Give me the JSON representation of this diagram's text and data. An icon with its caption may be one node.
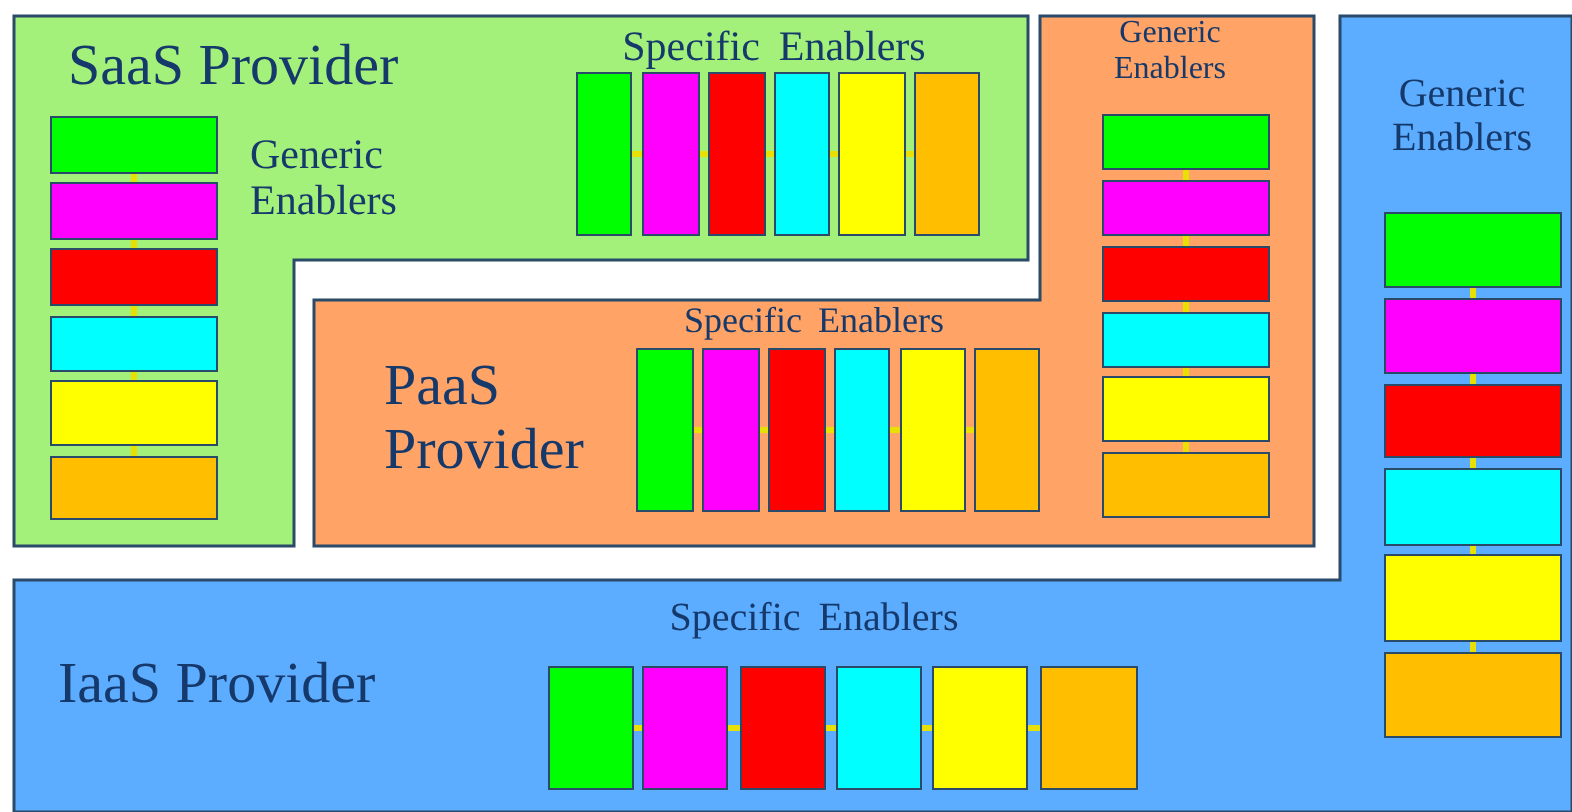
{
  "diagram": {
    "nodes": [
      {
        "text": [
          "SaaS Provider",
          "Generic Enablers",
          "Specific Enablers"
        ]
      },
      {
        "text": [],
        "shape": "box",
        "in": 0
      },
      {
        "text": [],
        "shape": "box",
        "in": 0
      },
      {
        "text": [],
        "shape": "box",
        "in": 0
      },
      {
        "text": [],
        "shape": "box",
        "in": 0
      },
      {
        "text": [],
        "shape": "box",
        "in": 0
      },
      {
        "text": [],
        "shape": "box",
        "in": 0
      },
      {
        "text": [],
        "shape": "box",
        "in": 0
      },
      {
        "text": [],
        "shape": "box",
        "in": 0
      },
      {
        "text": [],
        "shape": "box",
        "in": 0
      },
      {
        "text": [],
        "shape": "box",
        "in": 0
      },
      {
        "text": [],
        "shape": "box",
        "in": 0
      },
      {
        "text": [],
        "shape": "box",
        "in": 0
      },
      {
        "text": [
          "PaaS Provider",
          "Specific Enablers",
          "Generic Enablers"
        ]
      },
      {
        "text": [],
        "shape": "box",
        "in": 13
      },
      {
        "text": [],
        "shape": "box",
        "in": 13
      },
      {
        "text": [],
        "shape": "box",
        "in": 13
      },
      {
        "text": [],
        "shape": "box",
        "in": 13
      },
      {
        "text": [],
        "shape": "box",
        "in": 13
      },
      {
        "text": [],
        "shape": "box",
        "in": 13
      },
      {
        "text": [],
        "shape": "box",
        "in": 13
      },
      {
        "text": [],
        "shape": "box",
        "in": 13
      },
      {
        "text": [],
        "shape": "box",
        "in": 13
      },
      {
        "text": [],
        "shape": "box",
        "in": 13
      },
      {
        "text": [],
        "shape": "box",
        "in": 13
      },
      {
        "text": [],
        "shape": "box",
        "in": 13
      },
      {
        "text": [
          "IaaS Provider",
          "Generic Enablers",
          "Specific Enablers"
        ]
      },
      {
        "text": [],
        "shape": "box",
        "in": 26
      },
      {
        "text": [],
        "shape": "box",
        "in": 26
      },
      {
        "text": [],
        "shape": "box",
        "in": 26
      },
      {
        "text": [],
        "shape": "box",
        "in": 26
      },
      {
        "text": [],
        "shape": "box",
        "in": 26
      },
      {
        "text": [],
        "shape": "box",
        "in": 26
      },
      {
        "text": [],
        "shape": "box",
        "in": 26
      },
      {
        "text": [],
        "shape": "box",
        "in": 26
      },
      {
        "text": [],
        "shape": "box",
        "in": 26
      },
      {
        "text": [],
        "shape": "box",
        "in": 26
      },
      {
        "text": [],
        "shape": "box",
        "in": 26
      },
      {
        "text": [],
        "shape": "box",
        "in": 26
      }
    ],
    "edges": [
      {
        "from": 1,
        "to": 2,
        "arrow": "none"
      },
      {
        "from": 2,
        "to": 3,
        "arrow": "none"
      },
      {
        "from": 3,
        "to": 4,
        "arrow": "none"
      },
      {
        "from": 4,
        "to": 5,
        "arrow": "none"
      },
      {
        "from": 5,
        "to": 6,
        "arrow": "none"
      },
      {
        "from": 7,
        "to": 8,
        "arrow": "none"
      },
      {
        "from": 8,
        "to": 9,
        "arrow": "none"
      },
      {
        "from": 9,
        "to": 10,
        "arrow": "none"
      },
      {
        "from": 10,
        "to": 11,
        "arrow": "none"
      },
      {
        "from": 11,
        "to": 12,
        "arrow": "none"
      },
      {
        "from": 14,
        "to": 15,
        "arrow": "none"
      },
      {
        "from": 15,
        "to": 16,
        "arrow": "none"
      },
      {
        "from": 16,
        "to": 17,
        "arrow": "none"
      },
      {
        "from": 17,
        "to": 18,
        "arrow": "none"
      },
      {
        "from": 18,
        "to": 19,
        "arrow": "none"
      },
      {
        "from": 20,
        "to": 21,
        "arrow": "none"
      },
      {
        "from": 21,
        "to": 22,
        "arrow": "none"
      },
      {
        "from": 22,
        "to": 23,
        "arrow": "none"
      },
      {
        "from": 23,
        "to": 24,
        "arrow": "none"
      },
      {
        "from": 24,
        "to": 25,
        "arrow": "none"
      },
      {
        "from": 27,
        "to": 28,
        "arrow": "none"
      },
      {
        "from": 28,
        "to": 29,
        "arrow": "none"
      },
      {
        "from": 29,
        "to": 30,
        "arrow": "none"
      },
      {
        "from": 30,
        "to": 31,
        "arrow": "none"
      },
      {
        "from": 31,
        "to": 32,
        "arrow": "none"
      },
      {
        "from": 33,
        "to": 34,
        "arrow": "none"
      },
      {
        "from": 34,
        "to": 35,
        "arrow": "none"
      },
      {
        "from": 35,
        "to": 36,
        "arrow": "none"
      },
      {
        "from": 36,
        "to": 37,
        "arrow": "none"
      },
      {
        "from": 37,
        "to": 38,
        "arrow": "none"
      }
    ]
  }
}
